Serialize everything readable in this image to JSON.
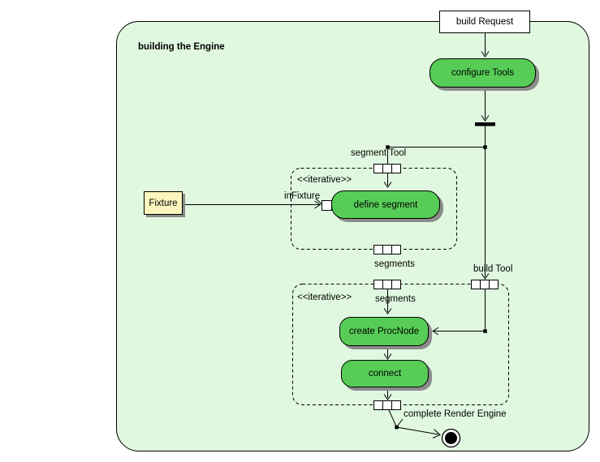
{
  "diagram": {
    "title": "building the Engine",
    "colors": {
      "frame_fill": "#e0f8e0",
      "action_fill": "#57cd57",
      "note_fill": "#fbf6bd",
      "shadow": "#8c8c8c"
    }
  },
  "nodes": {
    "build_request": "build Request",
    "configure_tools": "configure Tools",
    "define_segment": "define segment",
    "create_procnode": "create ProcNode",
    "connect": "connect",
    "fixture": "Fixture"
  },
  "labels": {
    "iterative_region_1": "<<iterative>>",
    "iterative_region_2": "<<iterative>>",
    "segment_tool": "segment Tool",
    "in_fixture": "inFixture",
    "segments_output": "segments",
    "segments_input": "segments",
    "build_tool": "build Tool",
    "complete_render_engine": "complete Render Engine"
  }
}
